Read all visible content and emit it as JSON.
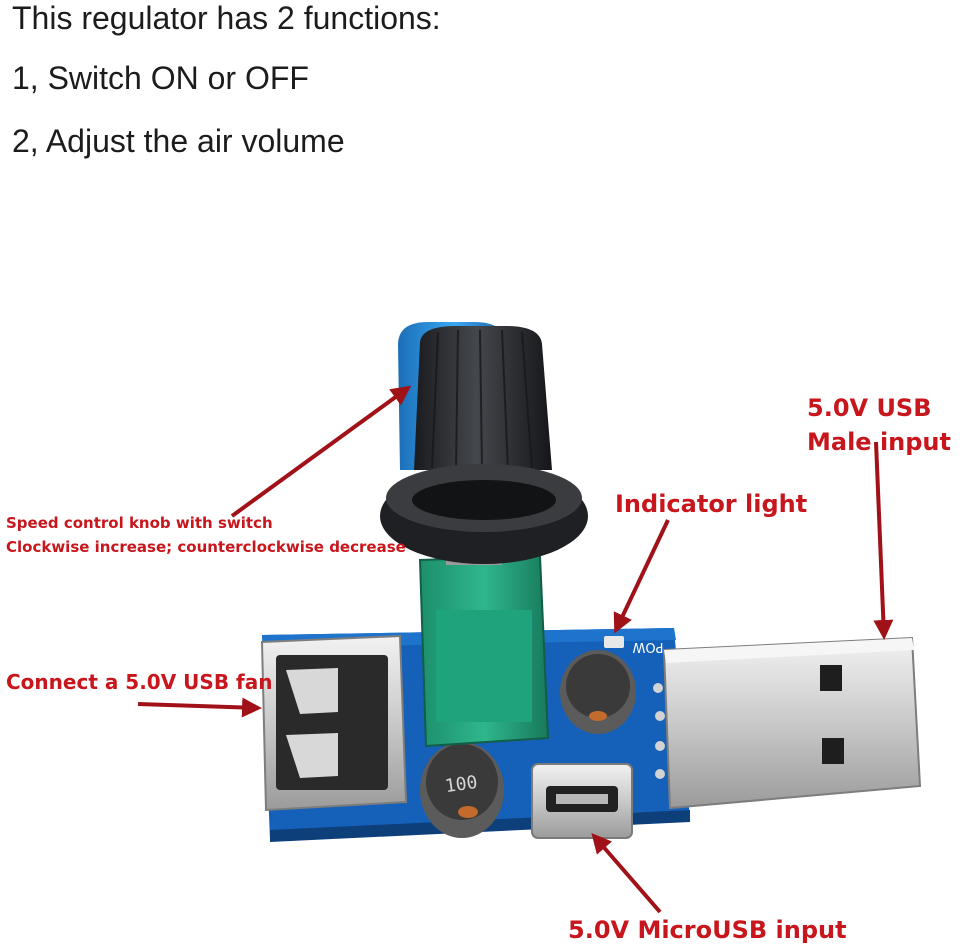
{
  "intro": {
    "line1": "This regulator has 2 functions:",
    "line2": "1, Switch ON or OFF",
    "line3": "2, Adjust the air volume"
  },
  "callouts": {
    "knob_line1": "Speed control knob with switch",
    "knob_line2": "Clockwise increase; counterclockwise decrease",
    "indicator": "Indicator light",
    "usb_male_line1": "5.0V USB",
    "usb_male_line2": "Male input",
    "fan": "Connect a 5.0V USB fan",
    "microusb": "5.0V MicroUSB input"
  },
  "board_markings": {
    "inductor_left": "100",
    "pow_label": "POW"
  },
  "colors": {
    "callout_red": "#c8161d",
    "arrow_red": "#a01218",
    "pcb_blue": "#1560b8",
    "knob_cap": "#27292d",
    "knob_sleeve": "#2a8fe0",
    "pot_green": "#23a37c"
  }
}
